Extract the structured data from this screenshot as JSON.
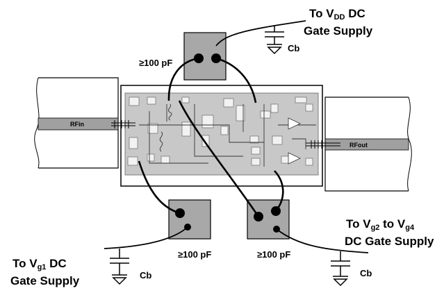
{
  "labels": {
    "rf_in": "RFin",
    "rf_out": "RFout",
    "vdd_line1_prefix": "To V",
    "vdd_line1_sub": "DD",
    "vdd_line1_suffix": " DC",
    "vdd_line2": "Gate Supply",
    "vg1_line1_prefix": "To V",
    "vg1_line1_sub": "g1",
    "vg1_line1_suffix": " DC",
    "vg1_line2": "Gate Supply",
    "vg24_line1_prefix": "To V",
    "vg24_line1_sub1": "g2",
    "vg24_line1_mid": " to V",
    "vg24_line1_sub2": "g4",
    "vg24_line2": "DC Gate Supply",
    "cap_top": "≥100 pF",
    "cap_bottom_left": "≥100 pF",
    "cap_bottom_right": "≥100 pF",
    "cb_top": "Cb",
    "cb_left": "Cb",
    "cb_right": "Cb"
  },
  "colors": {
    "chip_die": "#c8c8c8",
    "cap_block": "#a8a8a8",
    "transmission_line": "#a0a0a0",
    "wire": "#000000"
  }
}
